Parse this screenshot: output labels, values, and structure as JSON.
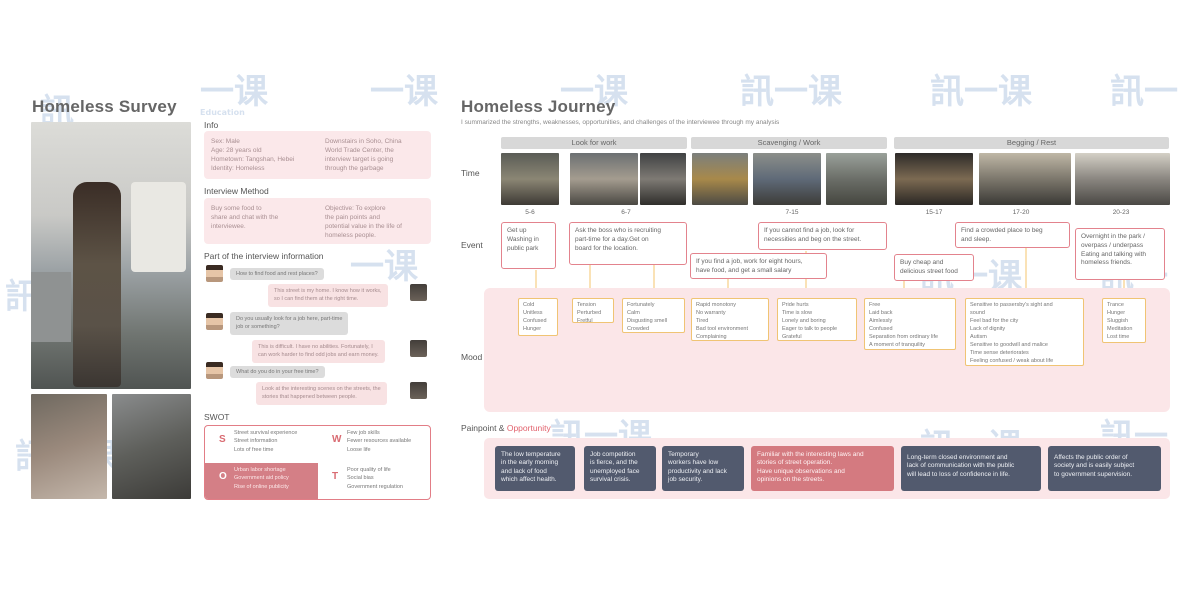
{
  "survey": {
    "title": "Homeless Survey",
    "info_label": "Info",
    "info_left": [
      "Sex: Male",
      "Age: 28 years old",
      "Hometown: Tangshan, Hebei",
      "Identity: Homeless"
    ],
    "info_right": [
      "Downstairs in Soho, China",
      "World Trade Center, the",
      "interview target is going",
      "through the garbage"
    ],
    "method_label": "Interview Method",
    "method_left": [
      "Buy some food to",
      "share and chat with the",
      "interviewee."
    ],
    "method_right": [
      "Objective: To explore",
      "the pain points and",
      "potential value in the life of",
      "homeless people."
    ],
    "interview_label": "Part of the interview information",
    "dialog": [
      {
        "q": "How to find food and rest places?",
        "a": [
          "This street is my home. I know how it works,",
          "so I can find them at the right time."
        ]
      },
      {
        "q": "Do you usually look for a job here, part-time",
        "q2": "job or something?",
        "a": [
          "This is difficult. I have no abilities. Fortunately, I",
          "can work harder to find odd jobs and earn money."
        ]
      },
      {
        "q": "What do you do in your free time?",
        "a": [
          "Look at the interesting scenes on the streets, the",
          "stories that happened between people."
        ]
      }
    ],
    "swot_label": "SWOT",
    "swot": {
      "S": [
        "Street survival experience",
        "Street information",
        "Lots of free time"
      ],
      "W": [
        "Few job skills",
        "Fewer resources available",
        "Loose life"
      ],
      "O": [
        "Urban labor shortage",
        "Government aid policy",
        "Rise of online publicity"
      ],
      "T": [
        "Poor quality of life",
        "Social bias",
        "Government regulation"
      ]
    }
  },
  "journey": {
    "title": "Homeless Journey",
    "subtitle": "I summarized the strengths, weaknesses, opportunities, and challenges of the interviewee through my analysis",
    "row_time": "Time",
    "row_event": "Event",
    "row_mood": "Mood",
    "stages": [
      "Look for work",
      "Scavenging / Work",
      "Begging / Rest"
    ],
    "times": [
      "5-6",
      "6-7",
      "7-15",
      "15-17",
      "17-20",
      "20-23"
    ],
    "events": [
      [
        "Get up",
        "Washing in",
        "public park"
      ],
      [
        "Ask the boss who is recruiting",
        "part-time for a day.Get on",
        "board for the location."
      ],
      [
        "If you find a job, work for eight hours,",
        "have food, and get a small salary"
      ],
      [
        "If you cannot find a job, look for",
        "necessities and beg on the street."
      ],
      [
        "Buy cheap and",
        "delicious street food"
      ],
      [
        "Find a crowded place to beg",
        "and sleep."
      ],
      [
        "Overnight in the park /",
        "overpass / underpass",
        "",
        "Eating and talking with",
        "homeless friends."
      ]
    ],
    "moods": [
      [
        "Cold",
        "Unitless",
        "Confused",
        "Hunger"
      ],
      [
        "Tension",
        "Perturbed",
        "Fretful"
      ],
      [
        "Fortunately",
        "Calm",
        "Disgusting smell",
        "Crowded"
      ],
      [
        "Rapid monotony",
        "No warranty",
        "Tired",
        "Bad tool environment",
        "Complaining"
      ],
      [
        "Pride hurts",
        "Time is slow",
        "Lonely and boring",
        "Eager to talk to people",
        "Grateful"
      ],
      [
        "Free",
        "Laid back",
        "Aimlessly",
        "Confused",
        "Separation from ordinary life",
        "A moment of tranquility"
      ],
      [
        "Sensitive to passersby's sight and",
        "sound",
        "Feel bad for the city",
        "Lack of dignity",
        "Autism",
        "Sensitive to goodwill and malice",
        "Time sense deteriorates",
        "Feeling confused / weak about life"
      ],
      [
        "Trance",
        "Hunger",
        "Sluggish",
        "Meditation",
        "Lost time"
      ]
    ],
    "pain_label": "Painpoint & ",
    "opp_label": "Opportunity",
    "painpoints": [
      [
        "The low temperature",
        "in the early morning",
        "and lack of food",
        "which affect health."
      ],
      [
        "Job competition",
        "is fierce, and the",
        "unemployed face",
        "survival crisis."
      ],
      [
        "Temporary",
        "workers have low",
        "productivity and lack",
        "job security."
      ],
      [
        "Familiar with the interesting laws and",
        "stories of street operation.",
        "Have unique observations and",
        "opinions on the streets."
      ],
      [
        "Long-term closed environment and",
        "lack of communication with the public",
        "will lead to loss of confidence in life."
      ],
      [
        "Affects the public order of",
        "society and is easily subject",
        "to government supervision."
      ]
    ]
  },
  "colors": {
    "accent": "#e27d86",
    "dark_card": "#525a6e",
    "orange_line": "#f2b84a",
    "crimson_line": "#c24c69"
  },
  "watermark_text": "讯一课"
}
